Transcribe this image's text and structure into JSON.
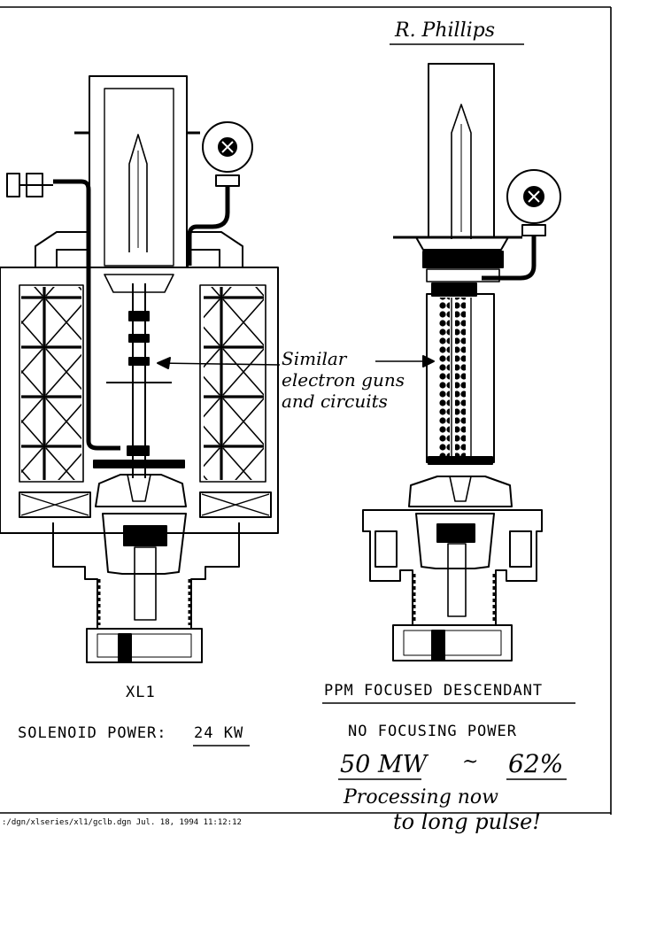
{
  "signature": "R. Phillips",
  "callout": {
    "line1": "Similar",
    "line2": "electron guns",
    "line3": "and circuits"
  },
  "left_tube": {
    "caption": "XL1",
    "power_label": "SOLENOID POWER:",
    "power_value": "24 KW"
  },
  "right_tube": {
    "caption": "PPM FOCUSED DESCENDANT",
    "power_label": "NO FOCUSING POWER",
    "power_mw": "50 MW",
    "dash": "~",
    "efficiency": "62%",
    "note_line1": "Processing now",
    "note_line2": "to long pulse!"
  },
  "footer": ":/dgn/xlseries/xl1/gclb.dgn  Jul. 18, 1994  11:12:12"
}
